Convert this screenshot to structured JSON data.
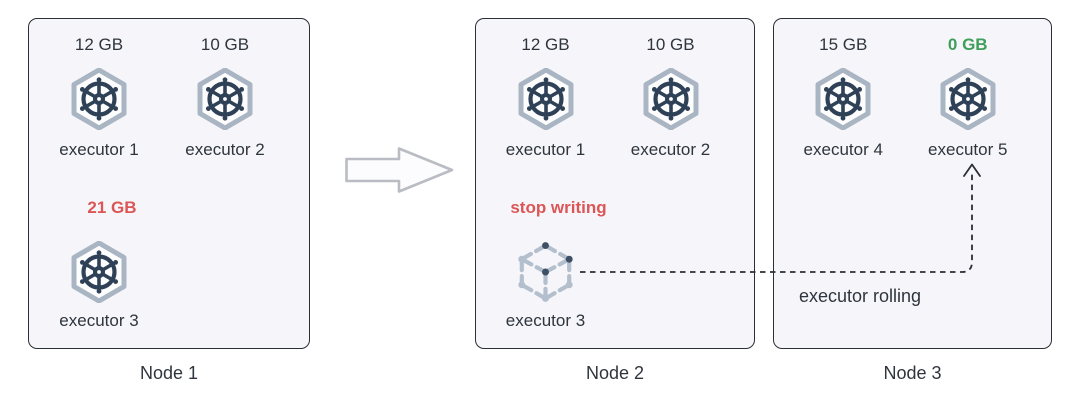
{
  "colors": {
    "node_background": "#f6f6fa",
    "node_border": "#2b2f36",
    "text_dark": "#2f353d",
    "memory_alert_red": "#dc5656",
    "memory_fresh_green": "#3f9e5a",
    "helm_navy": "#2e4157",
    "hexagon_gray": "#a9b5c2",
    "cube_light": "#b4bfce",
    "cube_dark": "#3d5066",
    "flow_arrow_gray": "#b9bcc2",
    "connector_dark": "#2b2f36"
  },
  "nodes": [
    {
      "label": "Node 1",
      "executors": [
        {
          "memory": "12 GB",
          "name": "executor 1",
          "icon": "helm-hexagon-icon",
          "memory_status": "normal"
        },
        {
          "memory": "10 GB",
          "name": "executor 2",
          "icon": "helm-hexagon-icon",
          "memory_status": "normal"
        },
        {
          "memory": "21 GB",
          "name": "executor 3",
          "icon": "helm-hexagon-icon",
          "memory_status": "alert"
        }
      ]
    },
    {
      "label": "Node 2",
      "executors": [
        {
          "memory": "12 GB",
          "name": "executor 1",
          "icon": "helm-hexagon-icon",
          "memory_status": "normal"
        },
        {
          "memory": "10 GB",
          "name": "executor 2",
          "icon": "helm-hexagon-icon",
          "memory_status": "normal"
        },
        {
          "memory": "stop writing",
          "name": "executor 3",
          "icon": "dashed-cube-icon",
          "memory_status": "alert"
        }
      ]
    },
    {
      "label": "Node 3",
      "executors": [
        {
          "memory": "15 GB",
          "name": "executor 4",
          "icon": "helm-hexagon-icon",
          "memory_status": "normal"
        },
        {
          "memory": "0 GB",
          "name": "executor 5",
          "icon": "helm-hexagon-icon",
          "memory_status": "fresh"
        }
      ]
    }
  ],
  "flow_arrow": {
    "icon": "block-arrow-right-icon",
    "direction": "right"
  },
  "connector": {
    "label": "executor rolling",
    "style": "dashed-arrow",
    "from": "executor 3",
    "to": "executor 5"
  }
}
